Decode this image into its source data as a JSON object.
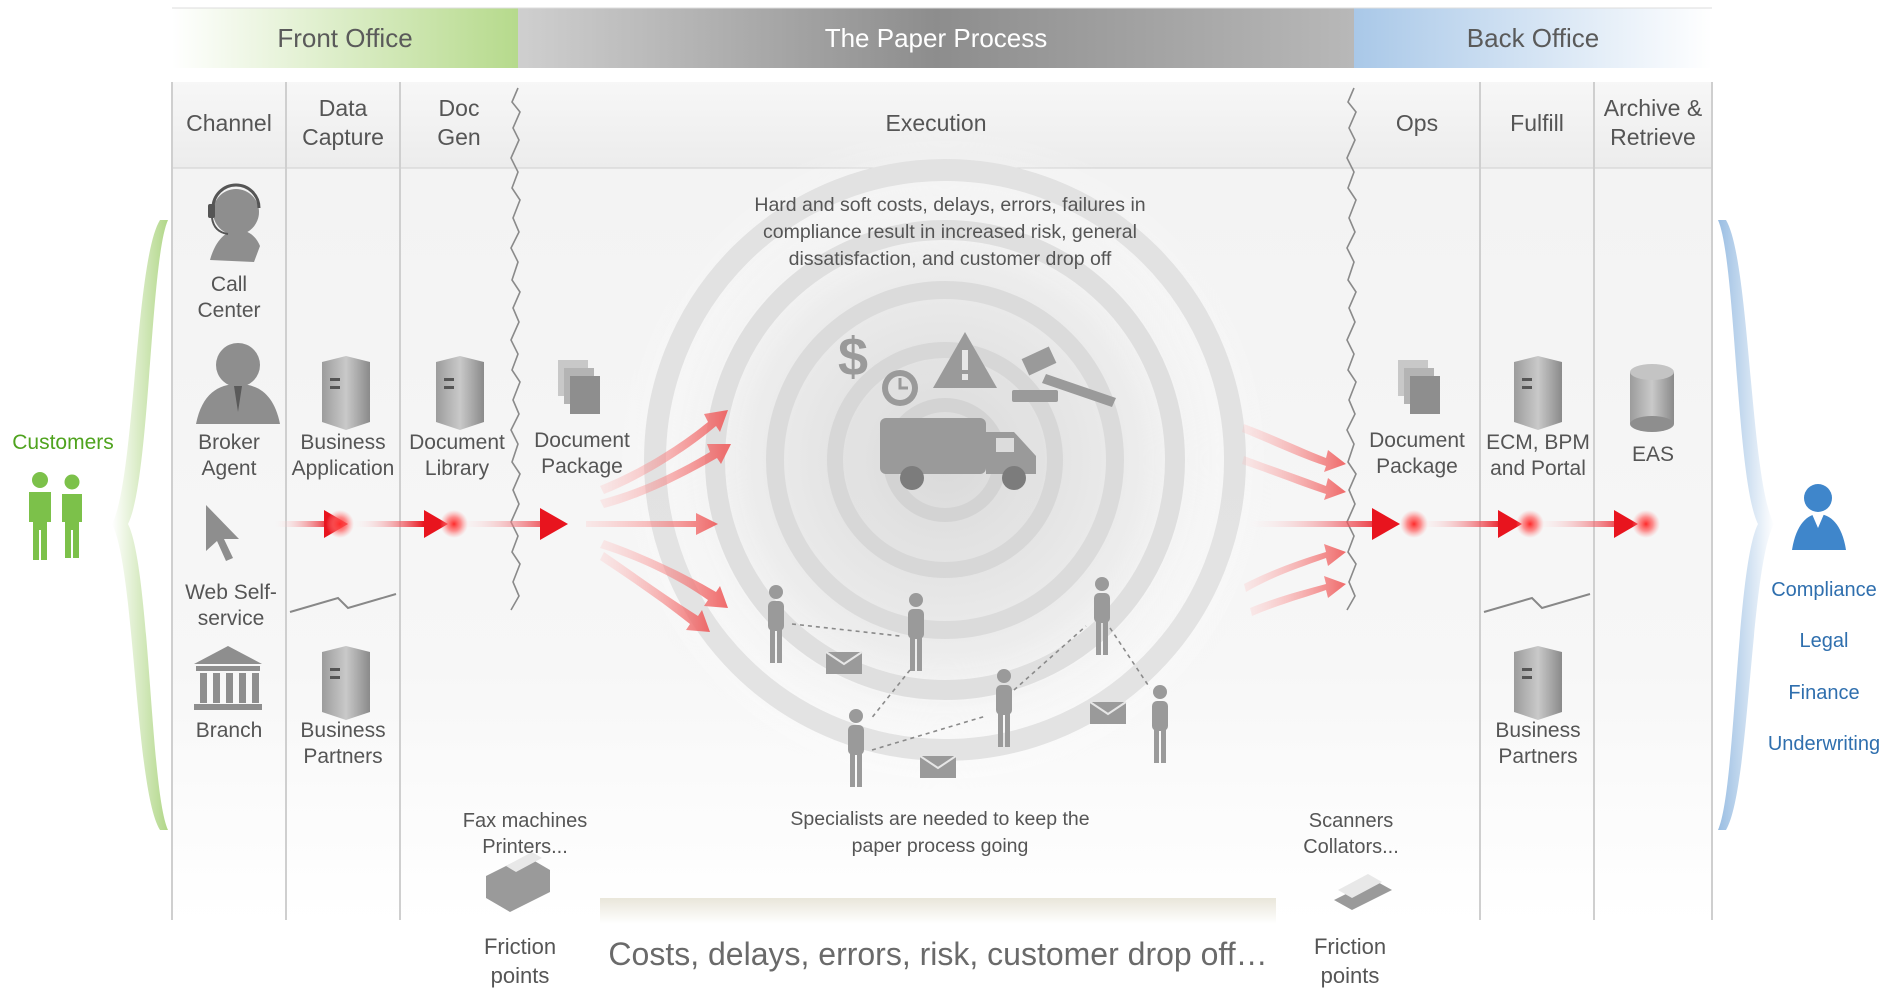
{
  "header": {
    "front_office": "Front Office",
    "paper_process": "The Paper Process",
    "back_office": "Back Office"
  },
  "columns": {
    "channel": "Channel",
    "data_capture": "Data\nCapture",
    "doc_gen": "Doc\nGen",
    "execution": "Execution",
    "ops": "Ops",
    "fulfill": "Fulfill",
    "archive": "Archive &\nRetrieve"
  },
  "left": {
    "customers": "Customers"
  },
  "channel_items": {
    "call_center": "Call\nCenter",
    "broker_agent": "Broker\nAgent",
    "web_self_service": "Web Self-\nservice",
    "branch": "Branch"
  },
  "data_capture_items": {
    "business_application": "Business\nApplication",
    "business_partners": "Business\nPartners"
  },
  "doc_gen_items": {
    "document_library": "Document\nLibrary"
  },
  "execution": {
    "document_package": "Document\nPackage",
    "top_note": "Hard and soft costs, delays, errors, failures in\ncompliance result in increased risk, general\ndissatisfaction, and customer drop off",
    "bottom_note": "Specialists are needed to keep the\npaper process going"
  },
  "ops_items": {
    "document_package": "Document\nPackage"
  },
  "fulfill_items": {
    "ecm": "ECM, BPM\nand Portal",
    "business_partners": "Business\nPartners"
  },
  "archive_items": {
    "eas": "EAS"
  },
  "right": {
    "compliance": "Compliance",
    "legal": "Legal",
    "finance": "Finance",
    "underwriting": "Underwriting"
  },
  "friction": {
    "left_devices": "Fax machines\nPrinters...",
    "left_label": "Friction\npoints",
    "right_devices": "Scanners\nCollators...",
    "right_label": "Friction\npoints"
  },
  "banner": "Costs, delays, errors, risk, customer drop off…",
  "colors": {
    "customers_green": "#5aaa2a",
    "right_blue": "#2f6fae",
    "flow_red": "#e8141e"
  }
}
